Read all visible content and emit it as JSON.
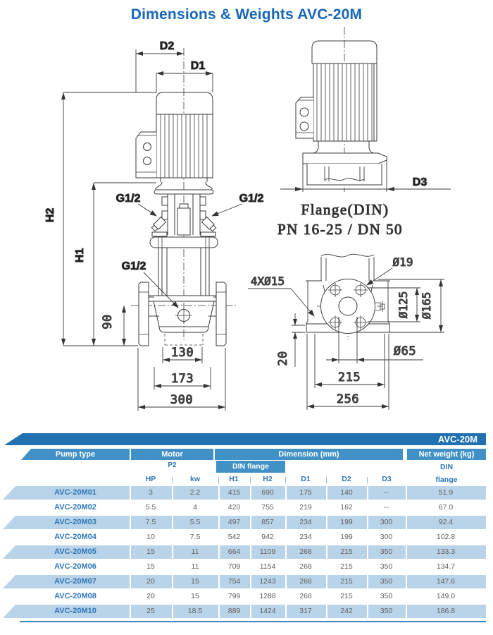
{
  "title": "Dimensions & Weights AVC-20M",
  "colors": {
    "accent_dark": "#2171b0",
    "accent": "#4190c6",
    "band": "#b9d3e8",
    "link": "#2d76b6",
    "title": "#1767b8",
    "value_text": "#616161",
    "rule": "#3a86c0"
  },
  "drawings": {
    "front": {
      "d2": "D2",
      "d1": "D1",
      "h2": "H2",
      "h1": "H1",
      "g12_left": "G1/2",
      "g12_right": "G1/2",
      "g12_drain": "G1/2",
      "dim90": "90",
      "dim130": "130",
      "dim173": "173",
      "dim300": "300"
    },
    "side": {
      "d3": "D3",
      "flange_line1": "Flange(DIN)",
      "flange_line2": "PN 16-25 / DN 50"
    },
    "base": {
      "holes": "4XØ15",
      "dia19": "Ø19",
      "dia125": "Ø125",
      "dia165": "Ø165",
      "dia65": "Ø65",
      "dim20": "20",
      "dim215": "215",
      "dim256": "256"
    }
  },
  "table": {
    "corner_label": "AVC-20M",
    "groups": {
      "pump_type": "Pump type",
      "motor": "Motor",
      "dimension": "Dimension (mm)",
      "net_weight": "Net weight (kg)"
    },
    "sub": {
      "p2": "P2",
      "din_flange": "DIN flange",
      "net_din_line1": "DIN",
      "net_din_line2": "flange"
    },
    "columns": {
      "hp": "HP",
      "kw": "kw",
      "h1": "H1",
      "h2": "H2",
      "d1": "D1",
      "d2": "D2",
      "d3": "D3"
    },
    "rows": [
      {
        "pump_type": "AVC-20M01",
        "hp": "3",
        "kw": "2.2",
        "h1": "415",
        "h2": "690",
        "d1": "175",
        "d2": "140",
        "d3": "--",
        "weight": "51.9"
      },
      {
        "pump_type": "AVC-20M02",
        "hp": "5.5",
        "kw": "4",
        "h1": "420",
        "h2": "755",
        "d1": "219",
        "d2": "162",
        "d3": "--",
        "weight": "67.0"
      },
      {
        "pump_type": "AVC-20M03",
        "hp": "7.5",
        "kw": "5.5",
        "h1": "497",
        "h2": "857",
        "d1": "234",
        "d2": "199",
        "d3": "300",
        "weight": "92.4"
      },
      {
        "pump_type": "AVC-20M04",
        "hp": "10",
        "kw": "7.5",
        "h1": "542",
        "h2": "942",
        "d1": "234",
        "d2": "199",
        "d3": "300",
        "weight": "102.8"
      },
      {
        "pump_type": "AVC-20M05",
        "hp": "15",
        "kw": "11",
        "h1": "664",
        "h2": "1109",
        "d1": "268",
        "d2": "215",
        "d3": "350",
        "weight": "133.3"
      },
      {
        "pump_type": "AVC-20M06",
        "hp": "15",
        "kw": "11",
        "h1": "709",
        "h2": "1154",
        "d1": "268",
        "d2": "215",
        "d3": "350",
        "weight": "134.7"
      },
      {
        "pump_type": "AVC-20M07",
        "hp": "20",
        "kw": "15",
        "h1": "754",
        "h2": "1243",
        "d1": "268",
        "d2": "215",
        "d3": "350",
        "weight": "147.6"
      },
      {
        "pump_type": "AVC-20M08",
        "hp": "20",
        "kw": "15",
        "h1": "799",
        "h2": "1288",
        "d1": "268",
        "d2": "215",
        "d3": "350",
        "weight": "149.0"
      },
      {
        "pump_type": "AVC-20M10",
        "hp": "25",
        "kw": "18.5",
        "h1": "889",
        "h2": "1424",
        "d1": "317",
        "d2": "242",
        "d3": "350",
        "weight": "186.8"
      }
    ]
  }
}
